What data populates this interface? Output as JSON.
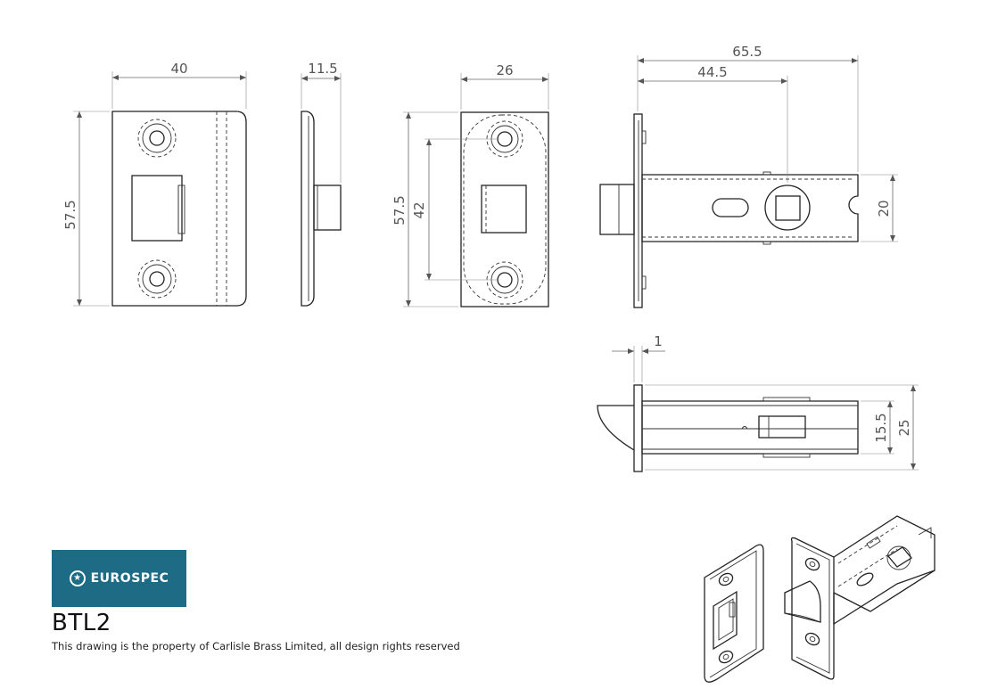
{
  "brand": {
    "name": "EUROSPEC",
    "logo_color": "#1d6b84"
  },
  "product_code": "BTL2",
  "copyright_note": "This drawing is the property of Carlisle Brass Limited, all design rights reserved",
  "dimensions": {
    "strike_width": "40",
    "strike_depth": "11.5",
    "strike_height": "57.5",
    "forend_width": "26",
    "forend_height": "57.5",
    "fixing_centres": "42",
    "latch_length": "65.5",
    "backset": "44.5",
    "case_height": "20",
    "forend_thickness": "1",
    "bolt_height": "15.5",
    "case_depth": "25"
  }
}
